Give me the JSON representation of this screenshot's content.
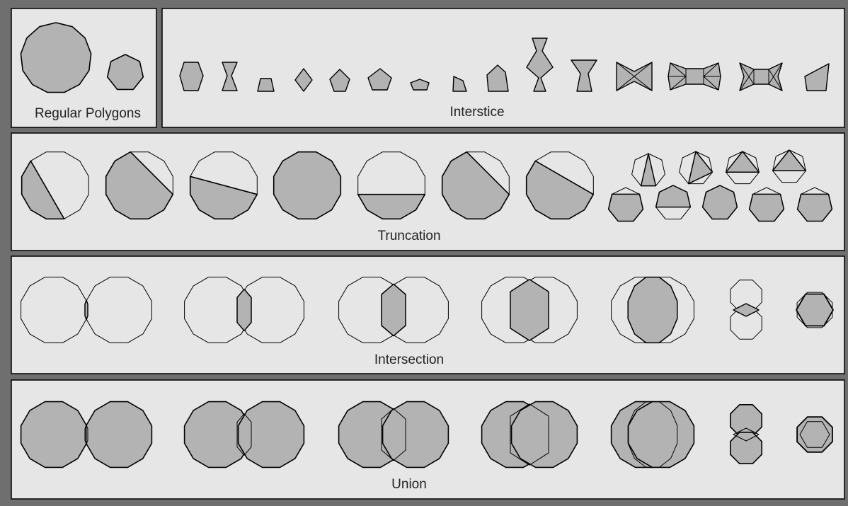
{
  "panels": {
    "regular": {
      "label": "Regular Polygons"
    },
    "interstice": {
      "label": "Interstice"
    },
    "truncation": {
      "label": "Truncation"
    },
    "intersection": {
      "label": "Intersection"
    },
    "union": {
      "label": "Union"
    }
  },
  "colors": {
    "background": "#6f6f6f",
    "panel": "#e6e6e6",
    "fill": "#b3b3b3",
    "stroke": "#000000"
  }
}
